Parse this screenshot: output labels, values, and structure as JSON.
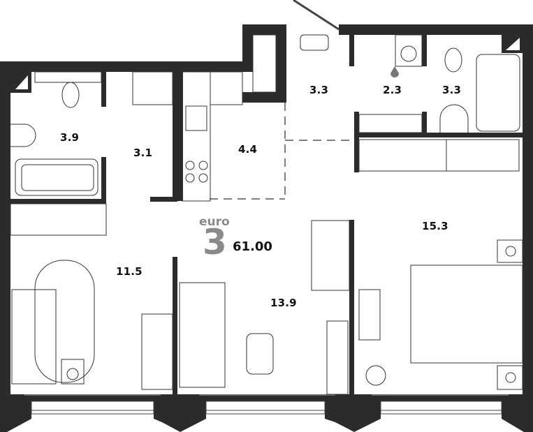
{
  "plan": {
    "class_label": "euro",
    "rooms_count": "3",
    "total_area": "61.00",
    "wall_color": "#2b2b2b",
    "line_color": "#333333",
    "accent_gray": "#8a8a8a"
  },
  "rooms": [
    {
      "id": "bathroom-left",
      "area": "3.9"
    },
    {
      "id": "corridor-left",
      "area": "3.1"
    },
    {
      "id": "kitchen",
      "area": "4.4"
    },
    {
      "id": "hallway",
      "area": "3.3"
    },
    {
      "id": "laundry",
      "area": "2.3"
    },
    {
      "id": "bathroom-right",
      "area": "3.3"
    },
    {
      "id": "bedroom-left",
      "area": "11.5"
    },
    {
      "id": "living-room",
      "area": "13.9"
    },
    {
      "id": "bedroom-right",
      "area": "15.3"
    }
  ]
}
